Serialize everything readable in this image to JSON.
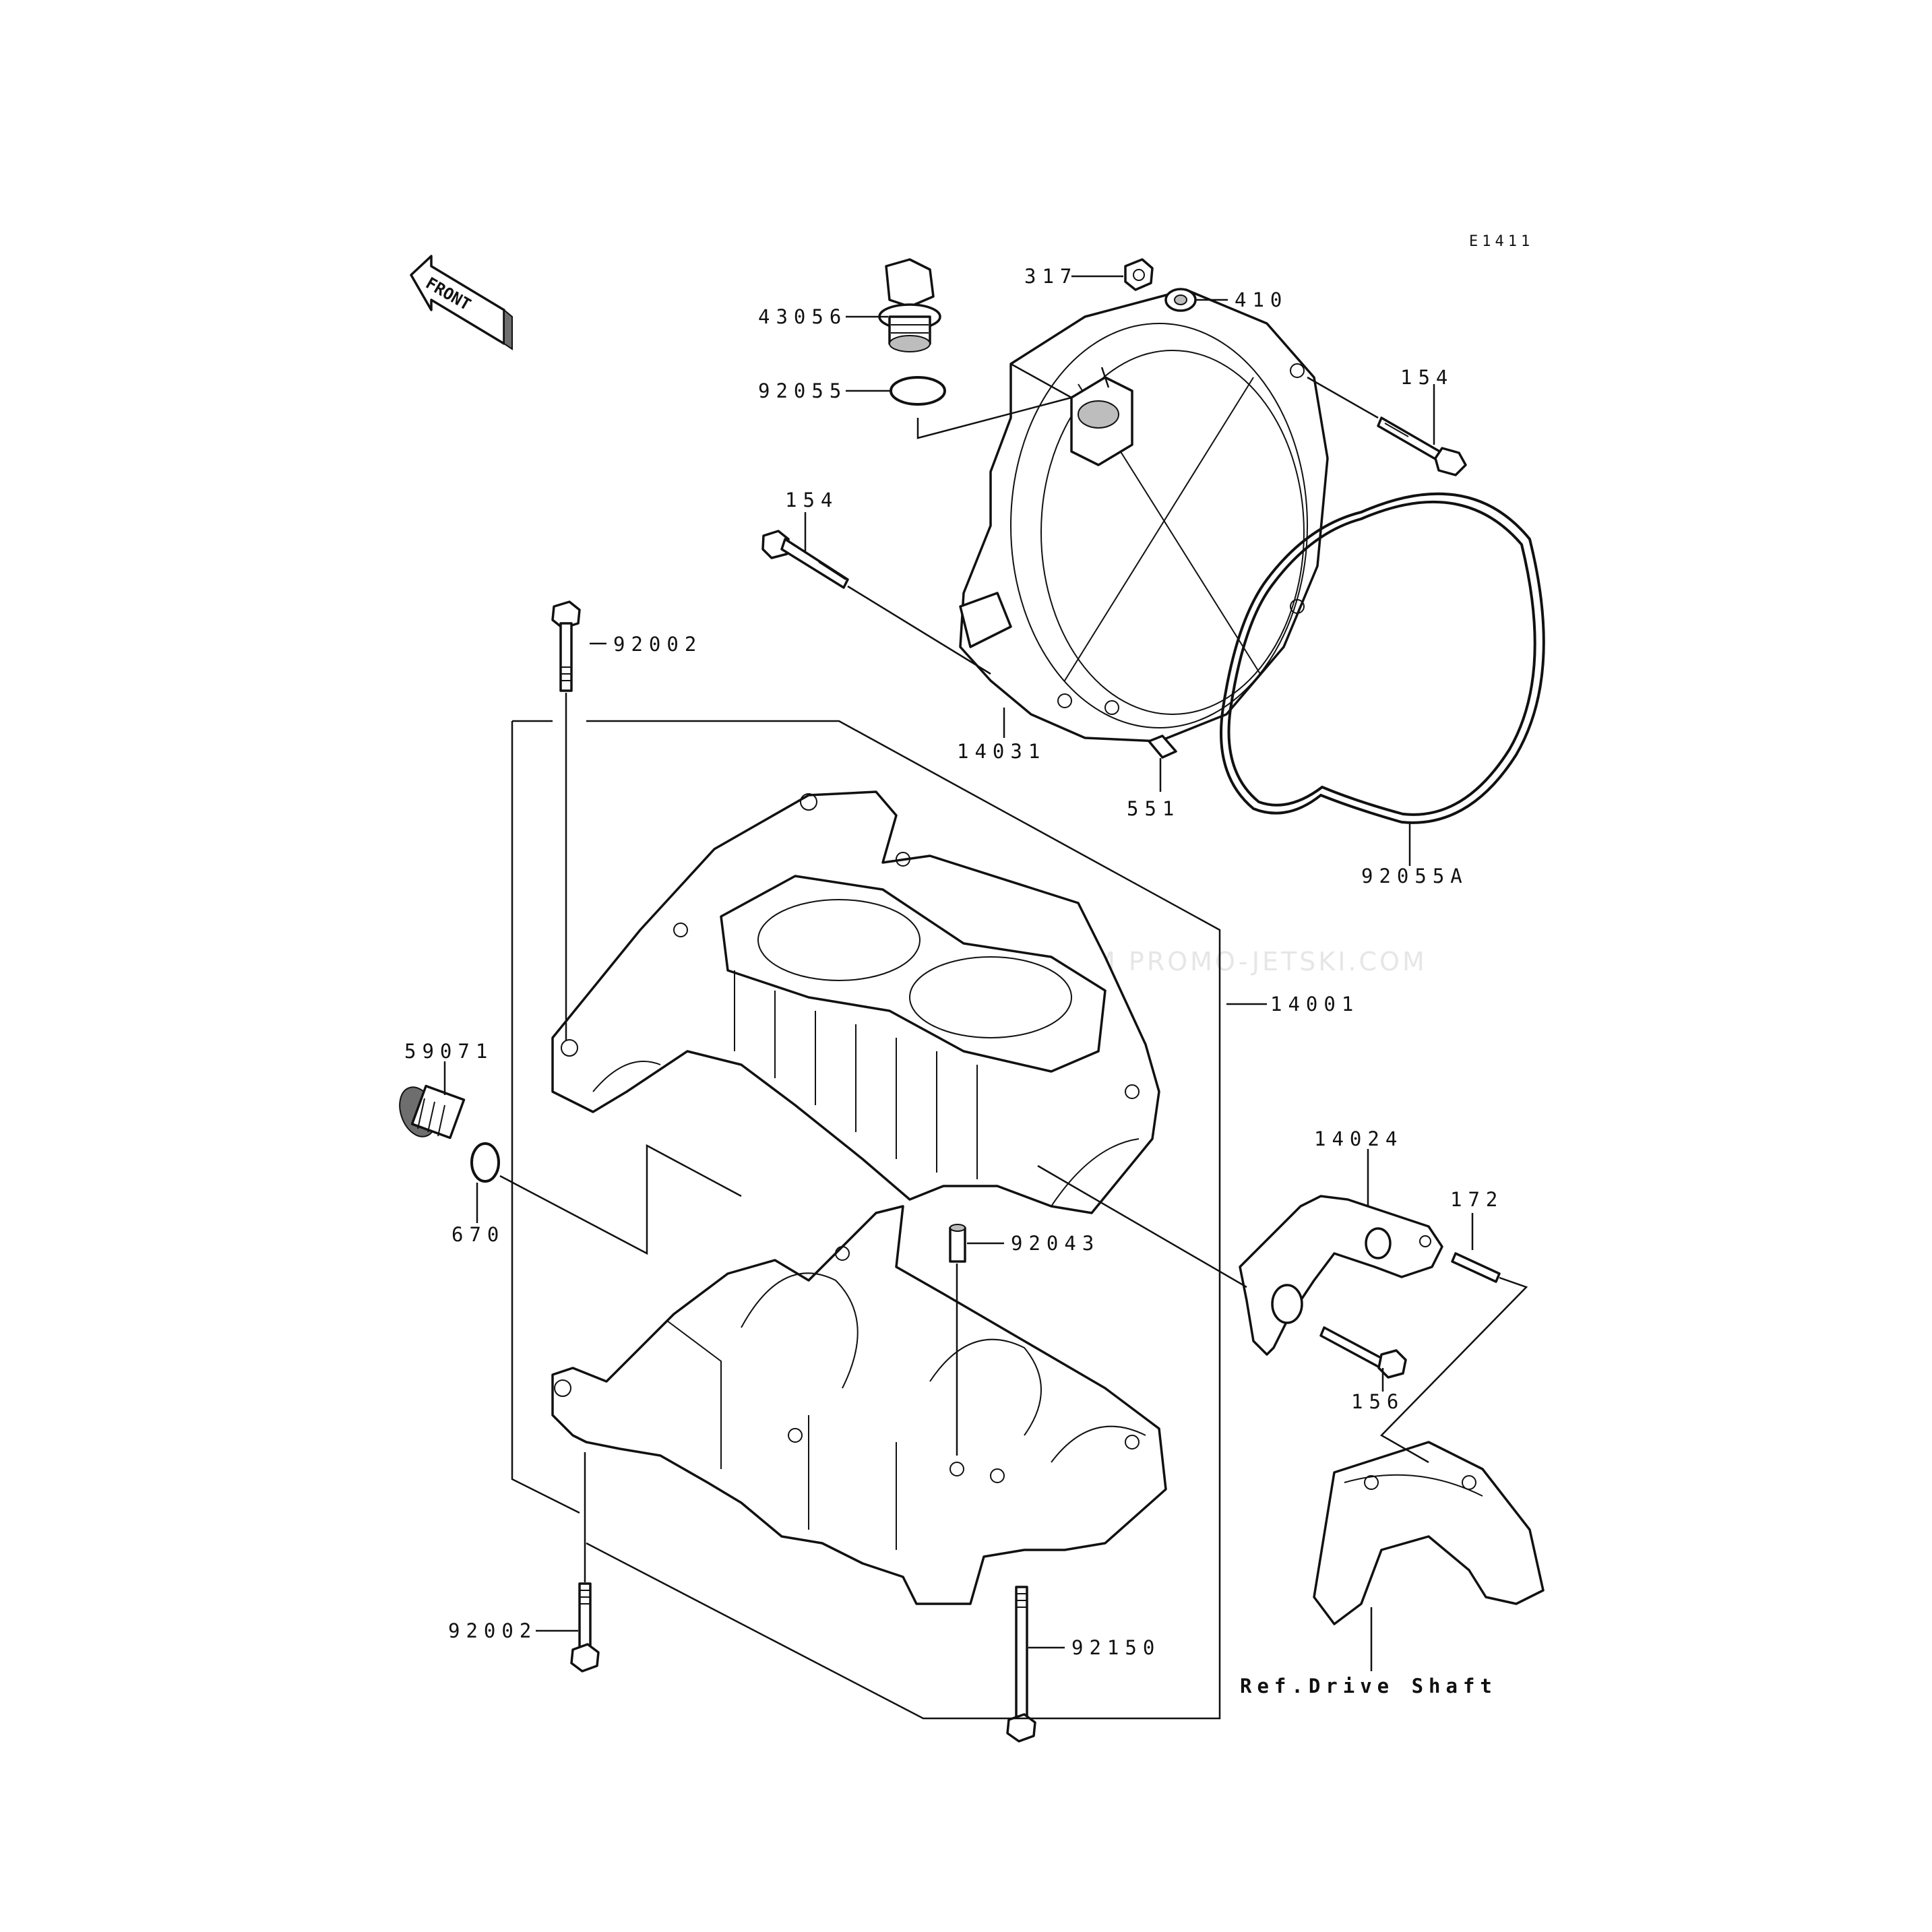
{
  "drawing_code": "E1411",
  "front_arrow": "FRONT",
  "watermark": "JETSKI.COM  PROMO-JETSKI.COM  PROMO-JETSKI.COM",
  "reference_note": "Ref.Drive Shaft",
  "labels": {
    "p317": "317",
    "p410": "410",
    "p43056": "43056",
    "p92055": "92055",
    "p154_top": "154",
    "p154_left": "154",
    "p92002_top": "92002",
    "p14031": "14031",
    "p551": "551",
    "p92055A": "92055A",
    "p14001": "14001",
    "p59071": "59071",
    "p670": "670",
    "p92043": "92043",
    "p14024": "14024",
    "p172": "172",
    "p156": "156",
    "p92002_bottom": "92002",
    "p92150": "92150"
  }
}
